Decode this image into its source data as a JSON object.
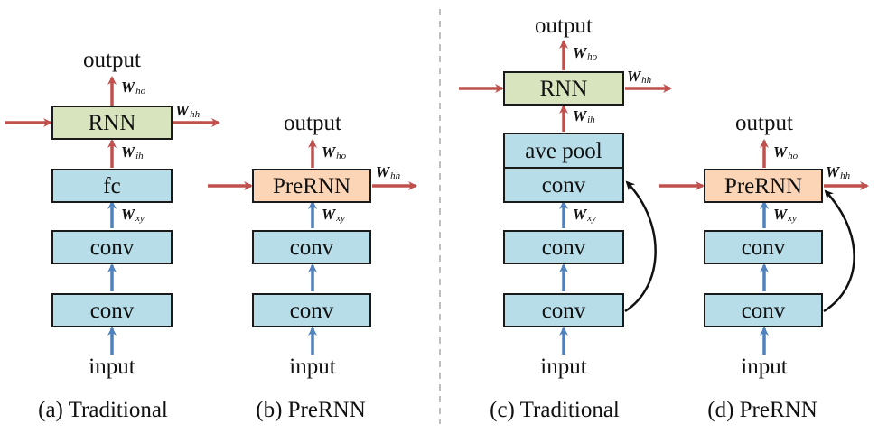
{
  "colors": {
    "cnn_block": "#b6dde8",
    "rnn_block": "#d7e4bd",
    "prernn_block": "#fbd5b5",
    "recurrent_arrow": "#c0504d",
    "feedforward_arrow": "#4f81bd",
    "separator": "#bfbfbf"
  },
  "panel_a": {
    "caption": "(a) Traditional",
    "input": "input",
    "output": "output",
    "conv1": "conv",
    "conv2": "conv",
    "fc": "fc",
    "rnn": "RNN",
    "w_xy": "xy",
    "w_ih": "ih",
    "w_ho": "ho",
    "w_hh": "hh",
    "w_letter": "W"
  },
  "panel_b": {
    "caption": "(b) PreRNN",
    "input": "input",
    "output": "output",
    "conv1": "conv",
    "conv2": "conv",
    "prernn": "PreRNN",
    "w_xy": "xy",
    "w_ho": "ho",
    "w_hh": "hh",
    "w_letter": "W"
  },
  "panel_c": {
    "caption": "(c) Traditional",
    "input": "input",
    "output": "output",
    "conv1": "conv",
    "conv2": "conv",
    "conv3": "conv",
    "avepool": "ave pool",
    "rnn": "RNN",
    "w_xy": "xy",
    "w_ih": "ih",
    "w_ho": "ho",
    "w_hh": "hh",
    "w_letter": "W"
  },
  "panel_d": {
    "caption": "(d) PreRNN",
    "input": "input",
    "output": "output",
    "conv1": "conv",
    "conv2": "conv",
    "prernn": "PreRNN",
    "w_xy": "xy",
    "w_ho": "ho",
    "w_hh": "hh",
    "w_letter": "W"
  }
}
